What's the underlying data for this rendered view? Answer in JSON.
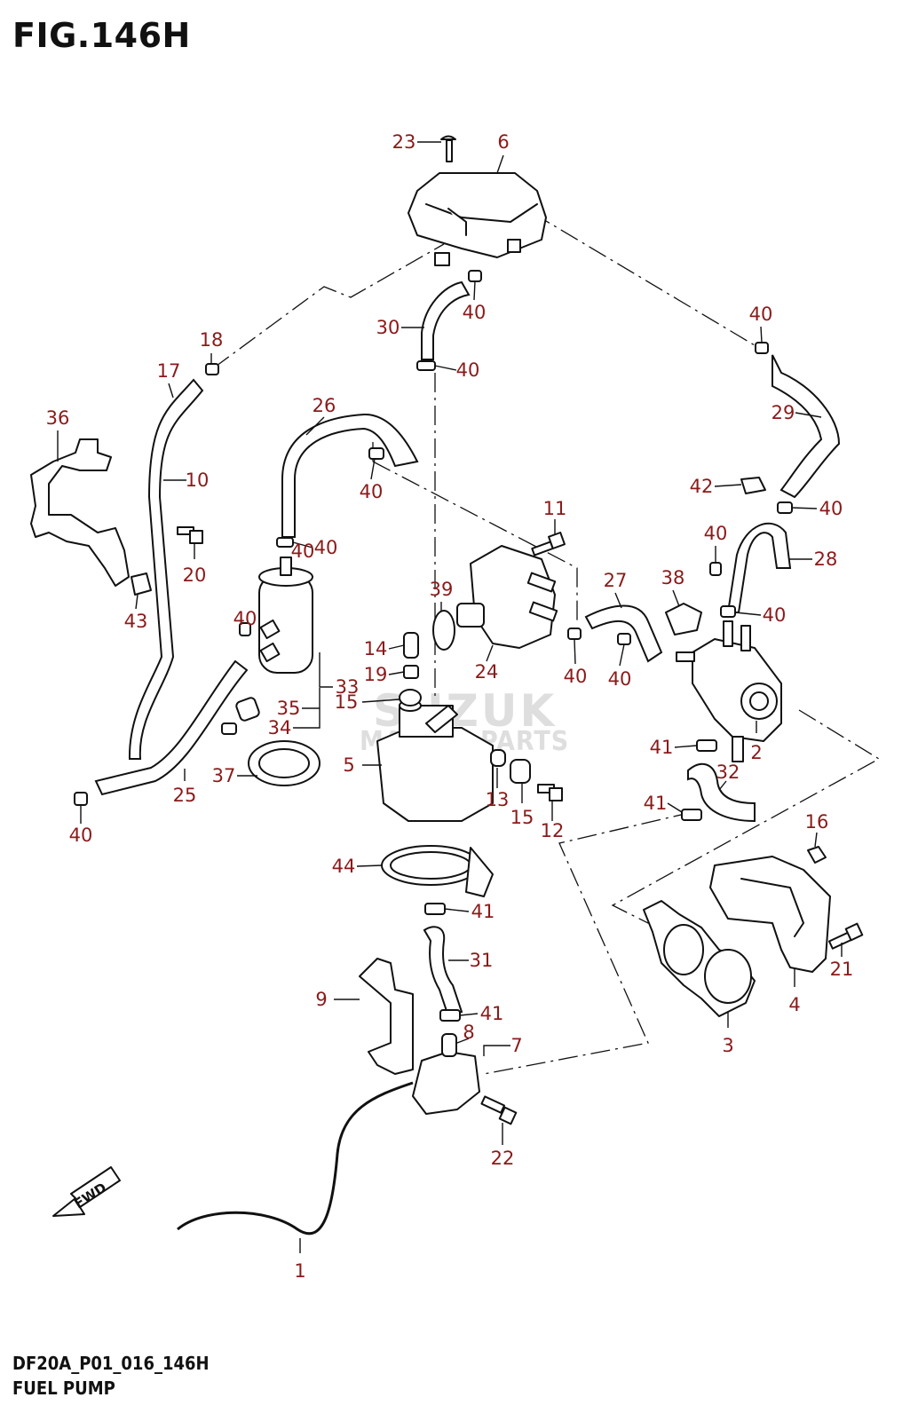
{
  "figure": {
    "title": "FIG.146H",
    "code": "DF20A_P01_016_146H",
    "caption": "FUEL PUMP",
    "fwd_badge": "FWD",
    "watermark": {
      "line1": "SUZUK",
      "line2": "MARINE PARTS"
    },
    "label_color": "#8b1a1a"
  },
  "callouts": [
    "1",
    "2",
    "3",
    "4",
    "5",
    "6",
    "7",
    "8",
    "9",
    "10",
    "11",
    "12",
    "13",
    "15",
    "15",
    "16",
    "17",
    "18",
    "19",
    "20",
    "21",
    "22",
    "23",
    "24",
    "25",
    "26",
    "27",
    "28",
    "29",
    "30",
    "31",
    "32",
    "33",
    "34",
    "35",
    "36",
    "37",
    "38",
    "39",
    "40",
    "40",
    "40",
    "40",
    "40",
    "40",
    "40",
    "40",
    "40",
    "40",
    "40",
    "40",
    "40",
    "41",
    "41",
    "41",
    "41",
    "42",
    "43",
    "44",
    "14"
  ]
}
